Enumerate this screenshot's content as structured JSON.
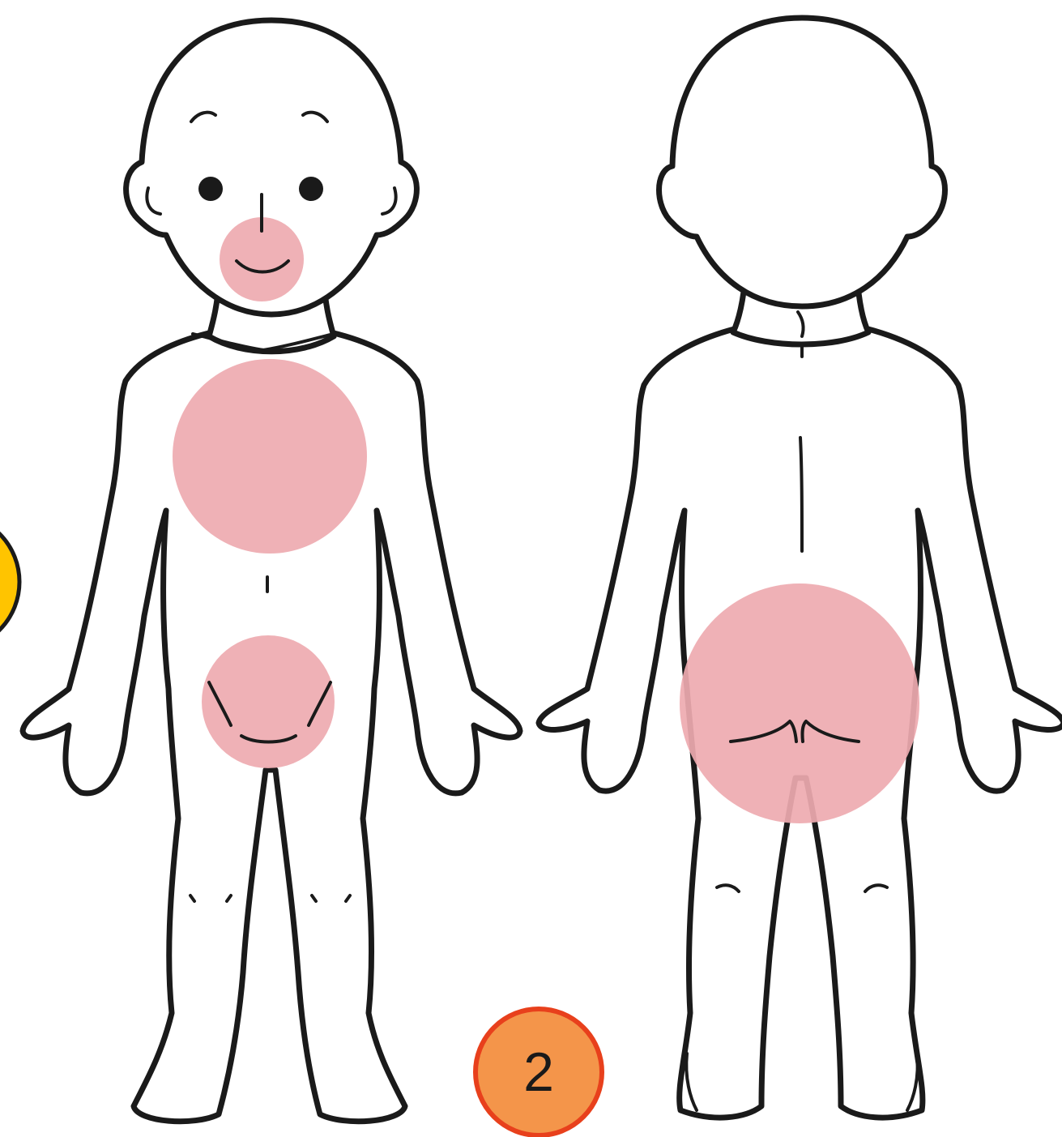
{
  "badge": {
    "label": "2"
  },
  "colors": {
    "zone": "#eeaab0",
    "outline": "#1a1a1a",
    "badge_fill": "#f4954a",
    "badge_border": "#e8401c",
    "side_marker_fill": "#ffc400"
  },
  "figures": [
    {
      "view": "front",
      "highlighted_zones": [
        "mouth",
        "chest",
        "groin"
      ]
    },
    {
      "view": "back",
      "highlighted_zones": [
        "buttocks"
      ]
    }
  ]
}
